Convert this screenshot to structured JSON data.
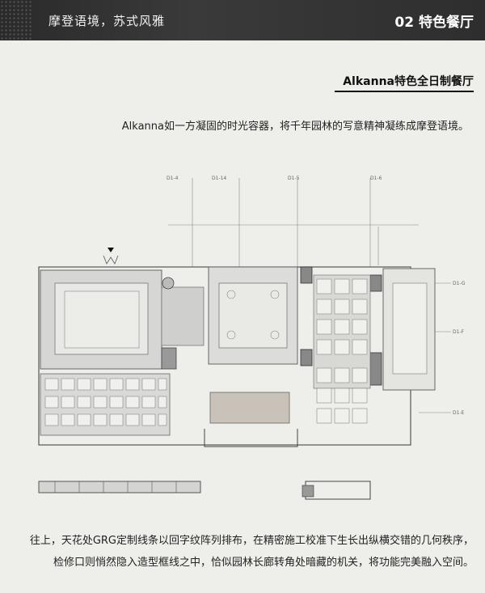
{
  "header": {
    "left_title": "摩登语境，苏式风雅",
    "right_title": "02 特色餐厅"
  },
  "section": {
    "title": "Alkanna特色全日制餐厅",
    "description": "Alkanna如一方凝固的时光容器，将千年园林的写意精神凝练成摩登语境。"
  },
  "plan": {
    "axis_labels": [
      "D1-4",
      "D1-14",
      "D1-5",
      "D1-6",
      "D1-G",
      "D1-F",
      "D1-E"
    ]
  },
  "footer": {
    "line1": "往上，天花处GRG定制线条以回字纹阵列排布，在精密施工校准下生长出纵横交错的几何秩序，",
    "line2": "检修口则悄然隐入造型框线之中，恰似园林长廊转角处暗藏的机关，将功能完美融入空间。"
  }
}
